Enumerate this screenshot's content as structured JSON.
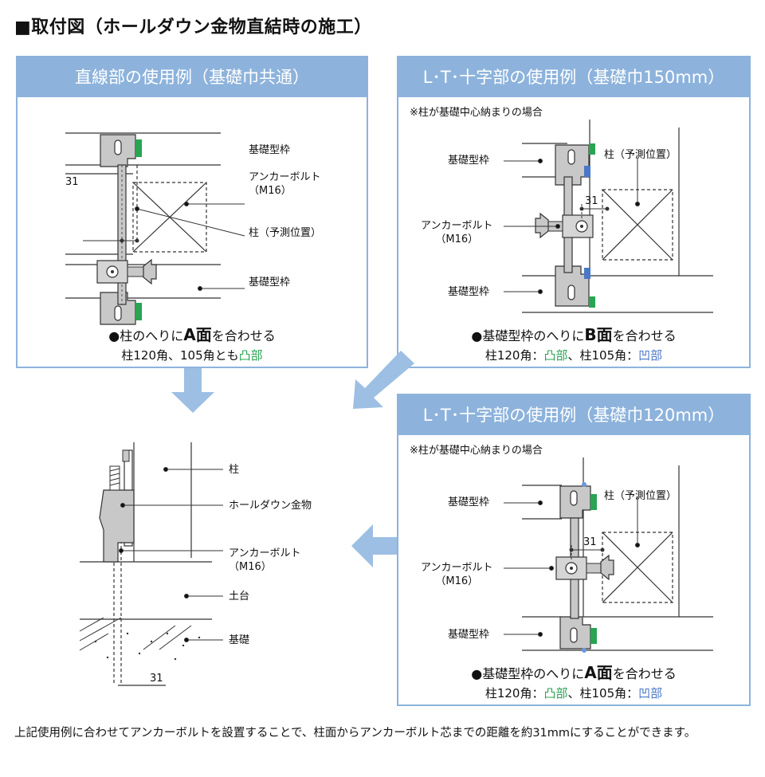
{
  "title": "■取付図（ホールダウン金物直結時の施工）",
  "panels": {
    "straight": {
      "header": "直線部の使用例（基礎巾共通）",
      "labels": {
        "frame_top": "基礎型枠",
        "dim31": "31",
        "bolt": "アンカーボルト\n（M16）",
        "column": "柱（予測位置）",
        "frame_bottom": "基礎型枠"
      },
      "caption": {
        "pre": "●柱のへりに",
        "face": "A面",
        "post": "を合わせる",
        "line2_pre": "柱120角、105角とも",
        "line2_type": "凸部"
      }
    },
    "lt150": {
      "header": "L･T･十字部の使用例（基礎巾150mm）",
      "note": "※柱が基礎中心納まりの場合",
      "labels": {
        "frame_top": "基礎型枠",
        "column": "柱（予測位置）",
        "dim31": "31",
        "bolt": "アンカーボルト\n（M16）",
        "frame_bottom": "基礎型枠"
      },
      "caption": {
        "pre": "●基礎型枠のへりに",
        "face": "B面",
        "post": "を合わせる",
        "l2_a": "柱120角：",
        "l2_b": "凸部",
        "l2_c": "、柱105角：",
        "l2_d": "凹部"
      }
    },
    "lt120": {
      "header": "L･T･十字部の使用例（基礎巾120mm）",
      "note": "※柱が基礎中心納まりの場合",
      "labels": {
        "frame_top": "基礎型枠",
        "column": "柱（予測位置）",
        "dim31": "31",
        "bolt": "アンカーボルト\n（M16）",
        "frame_bottom": "基礎型枠"
      },
      "caption": {
        "pre": "●基礎型枠のへりに",
        "face": "A面",
        "post": "を合わせる",
        "l2_a": "柱120角：",
        "l2_b": "凸部",
        "l2_c": "、柱105角：",
        "l2_d": "凹部"
      }
    }
  },
  "section": {
    "labels": {
      "column": "柱",
      "holddown": "ホールダウン金物",
      "bolt": "アンカーボルト\n（M16）",
      "sill": "土台",
      "foundation": "基礎",
      "dim31": "31"
    }
  },
  "footer": "上記使用例に合わせてアンカーボルトを設置することで、柱面からアンカーボルト芯までの距離を約31mmにすることができます。",
  "colors": {
    "panel_blue": "#8db3dc",
    "arrow_blue": "#9dbfe3",
    "green_part": "#28a452",
    "blue_part": "#4a78c8",
    "metal_gray": "#c8c8c8"
  }
}
